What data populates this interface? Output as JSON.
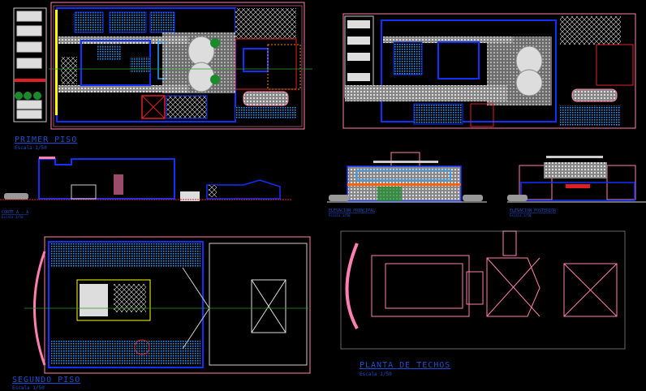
{
  "drawings": {
    "primer_piso": {
      "title": "PRIMER PISO",
      "scale": "Escala 1/50"
    },
    "corte": {
      "title": "CORTE A - A",
      "scale": "Escala 1/50"
    },
    "elevacion_principal": {
      "title": "ELEVACION PRINCIPAL",
      "scale": "Escala 1/50"
    },
    "elevacion_posterior": {
      "title": "ELEVACION POSTERIOR",
      "scale": "Escala 1/50"
    },
    "segundo_piso": {
      "title": "SEGUNDO PISO",
      "scale": "Escala 1/50"
    },
    "planta_techos": {
      "title": "PLANTA DE TECHOS",
      "scale": "Escala 1/50"
    }
  },
  "colors": {
    "background": "#000000",
    "wall": "#1030ff",
    "grid": "#ff80b0",
    "label": "#1f4fd0",
    "hatch": "#c0c0c0",
    "yellow": "#ffff00",
    "red": "#ff2020"
  }
}
